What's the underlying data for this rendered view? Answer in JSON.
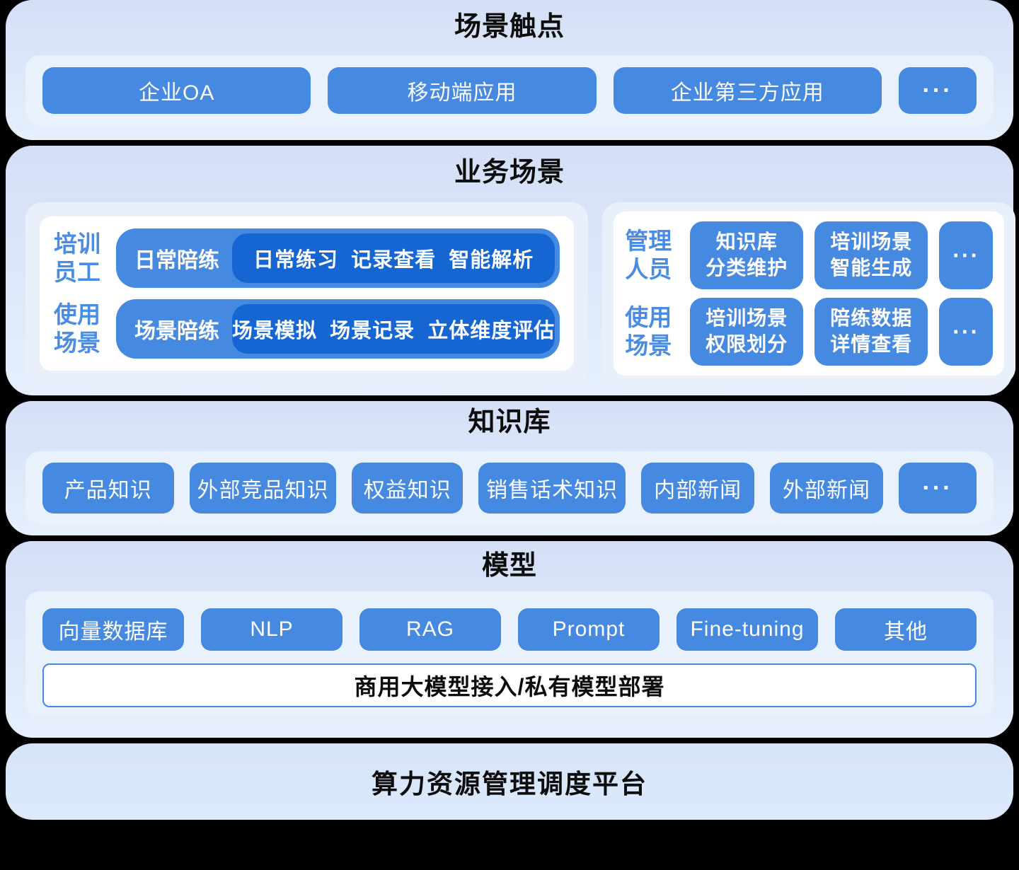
{
  "touchpoints": {
    "title": "场景触点",
    "items": [
      "企业OA",
      "移动端应用",
      "企业第三方应用"
    ],
    "more": "···"
  },
  "business": {
    "title": "业务场景",
    "left": {
      "rows": [
        {
          "label_lines": [
            "培训",
            "员工"
          ],
          "pill_label": "日常陪练",
          "pill_items": "日常练习  记录查看  智能解析"
        },
        {
          "label_lines": [
            "使用",
            "场景"
          ],
          "pill_label": "场景陪练",
          "pill_items": "场景模拟  场景记录  立体维度评估"
        }
      ]
    },
    "right": {
      "rows": [
        {
          "label_lines": [
            "管理",
            "人员"
          ],
          "buttons": [
            [
              "知识库",
              "分类维护"
            ],
            [
              "培训场景",
              "智能生成"
            ]
          ],
          "more": "···"
        },
        {
          "label_lines": [
            "使用",
            "场景"
          ],
          "buttons": [
            [
              "培训场景",
              "权限划分"
            ],
            [
              "陪练数据",
              "详情查看"
            ]
          ],
          "more": "···"
        }
      ]
    }
  },
  "knowledge": {
    "title": "知识库",
    "items": [
      "产品知识",
      "外部竞品知识",
      "权益知识",
      "销售话术知识",
      "内部新闻",
      "外部新闻"
    ],
    "more": "···"
  },
  "model": {
    "title": "模型",
    "items": [
      "向量数据库",
      "NLP",
      "RAG",
      "Prompt",
      "Fine-tuning",
      "其他"
    ],
    "bar": "商用大模型接入/私有模型部署"
  },
  "platform": {
    "title": "算力资源管理调度平台"
  },
  "colors": {
    "chip_blue": "#4589E0",
    "pill_inner_blue": "#1565D2",
    "band_purple": "#8496DE",
    "label_blue": "#4A8CE4",
    "panel_tint": "#E9F1FC",
    "section_bg_top": "#D4DFF7",
    "section_bg_bottom": "#E6EFFC",
    "title_color": "#0D0D0D"
  }
}
